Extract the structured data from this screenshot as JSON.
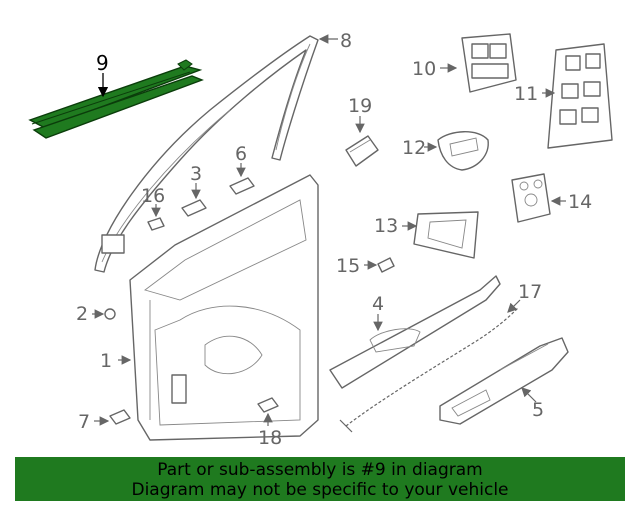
{
  "callouts": {
    "c1": "1",
    "c2": "2",
    "c3": "3",
    "c4": "4",
    "c5": "5",
    "c6": "6",
    "c7": "7",
    "c8": "8",
    "c9": "9",
    "c10": "10",
    "c11": "11",
    "c12": "12",
    "c13": "13",
    "c14": "14",
    "c15": "15",
    "c16": "16",
    "c17": "17",
    "c18": "18",
    "c19": "19"
  },
  "highlight_color": "#1f7a1f",
  "banner": {
    "line1": "Part or sub-assembly is #9 in diagram",
    "line2": "Diagram may not be specific to your vehicle"
  }
}
